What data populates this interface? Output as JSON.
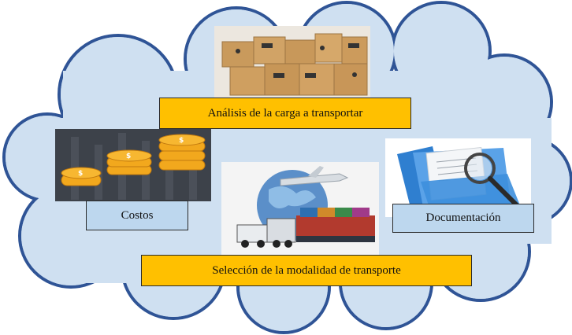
{
  "labels": {
    "analisis": "Análisis de la carga a transportar",
    "costos": "Costos",
    "documentacion": "Documentación",
    "seleccion": "Selección de la modalidad de transporte"
  },
  "icons": [
    "cloud-shape",
    "cardboard-boxes-icon",
    "gold-coins-icon",
    "transport-globe-icon",
    "document-folder-icon"
  ],
  "colors": {
    "cloud_fill": "#cfe0f1",
    "cloud_stroke": "#2f5496",
    "orange_box": "#ffc000",
    "blue_box": "#bdd7ee"
  }
}
